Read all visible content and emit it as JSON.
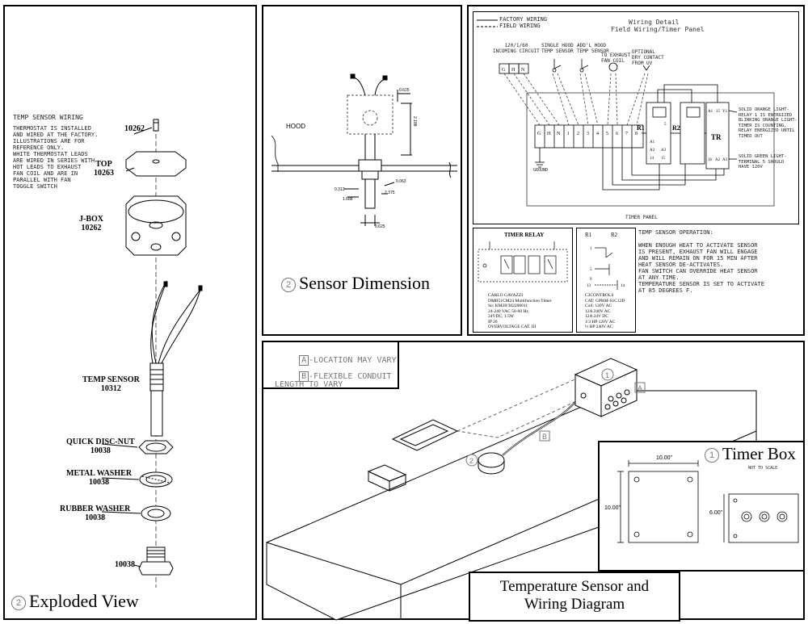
{
  "exploded": {
    "title": "Exploded View",
    "title_num": "2",
    "wiring_heading": "TEMP SENSOR WIRING",
    "wiring_note": "THERMOSTAT IS INSTALLED\nAND WIRED AT THE FACTORY.\nILLUSTRATIONS ARE FOR\nREFERENCE ONLY.\nWHITE THERMOSTAT LEADS\nARE WIRED IN SERIES WITH\nHOT LEADS TO EXHAUST\nFAN COIL AND ARE IN\nPARALLEL WITH FAN\nTOGGLE SWITCH",
    "parts": [
      {
        "name": "10262"
      },
      {
        "name": "TOP\n10263"
      },
      {
        "name": "J-BOX\n10262"
      },
      {
        "name": "TEMP SENSOR\n10312"
      },
      {
        "name": "QUICK DISC-NUT\n10038"
      },
      {
        "name": "METAL WASHER\n10038"
      },
      {
        "name": "RUBBER WASHER\n10038"
      },
      {
        "name": "10038"
      }
    ]
  },
  "sensor": {
    "title": "Sensor Dimension",
    "title_num": "2",
    "hood_label": "HOOD",
    "dims": {
      "d1": "0.625",
      "d2": "2.188",
      "d3": "0.063",
      "d4": "2.375",
      "d5": "0.313",
      "d6": "1.688",
      "d7": "0.625"
    }
  },
  "wiring": {
    "legend_factory": "FACTORY WIRING",
    "legend_field": "FIELD WIRING",
    "title": "Wiring Detail",
    "subtitle": "Field Wiring/Timer Panel",
    "circuit_label": "120/1/60\nINCOMING CIRCUIT",
    "single_hood": "SINGLE HOOD\nTEMP SENSOR",
    "addl_hood": "ADD'L HOOD\nTEMP SENSOR",
    "exhaust": "TO EXHAUST\nFAN COIL",
    "optional": "OPTIONAL\nDRY CONTACT\nFROM UV",
    "ghn": [
      "G",
      "H",
      "N"
    ],
    "terminals": [
      "G",
      "H",
      "N",
      "1",
      "2",
      "3",
      "4",
      "5",
      "6",
      "7",
      "8"
    ],
    "ground": "GROUND",
    "r1": "R1",
    "r2": "R2",
    "tr": "TR",
    "relay_pins_top": [
      "A1",
      "5",
      "A2",
      "A3",
      "14",
      "15"
    ],
    "tr_pins": [
      "A1",
      "15",
      "Y1"
    ],
    "tr_pins_bottom": [
      "16",
      "A2",
      "A3"
    ],
    "note_orange": "SOLID ORANGE LIGHT-\nRELAY 1 IS ENERGIZED\nBLINKING ORANGE LIGHT-\nTIMER IS COUNTING,\nRELAY ENERGIZED UNTIL\nTIMED OUT",
    "note_green": "SOLID GREEN LIGHT-\nTERMINAL 5 SHOULD\nHAVE 120V",
    "timer_panel": "TIMER PANEL"
  },
  "timer_relay": {
    "title": "TIMER RELAY",
    "specs": "CARLO GAVAZZI\nDMB51CM24 Multifunction Timer\nSn: KM28/302200011\n24-240 VAC 50-60 Hz\n24VDC, 1.5W\nIP 20\nOVERVOLTAGE CAT. III"
  },
  "r_relay": {
    "r1": "R1",
    "r2": "R2",
    "pins": [
      "1",
      "5",
      "9",
      "13",
      "14"
    ],
    "specs": "C3CONTROLS\nCAT: GPRM-S1C12D\nCoil: 120V AC\n12A 240V AC\n12A 24V DC\n1/3 HP 120V AC\n½ HP 240V AC"
  },
  "operation": {
    "heading": "TEMP SENSOR OPERATION:",
    "text": "WHEN ENOUGH HEAT TO ACTIVATE SENSOR\nIS PRESENT, EXHAUST FAN WILL ENGAGE\nAND WILL REMAIN ON FOR 15 MIN AFTER\nHEAT SENSOR DE-ACTIVATES.\nFAN SWITCH CAN OVERRIDE HEAT SENSOR\nAT ANY TIME.\nTEMPERATURE SENSOR IS SET TO ACTIVATE\nAT 85 DEGREES F."
  },
  "iso": {
    "note_a_tag": "A",
    "note_a": "-LOCATION MAY VARY",
    "note_b_tag": "B",
    "note_b": "-FLEXIBLE CONDUIT\n LENGTH TO VARY",
    "box_num": "1",
    "sensor_num": "2",
    "tag_a": "A",
    "tag_b": "B"
  },
  "timer_box": {
    "title": "Timer Box",
    "title_num": "1",
    "not_to_scale": "NOT TO SCALE",
    "width": "10.00\"",
    "height": "10.00\"",
    "side_h": "6.00\""
  },
  "title_block": {
    "line1": "Temperature Sensor and",
    "line2": "Wiring Diagram"
  }
}
